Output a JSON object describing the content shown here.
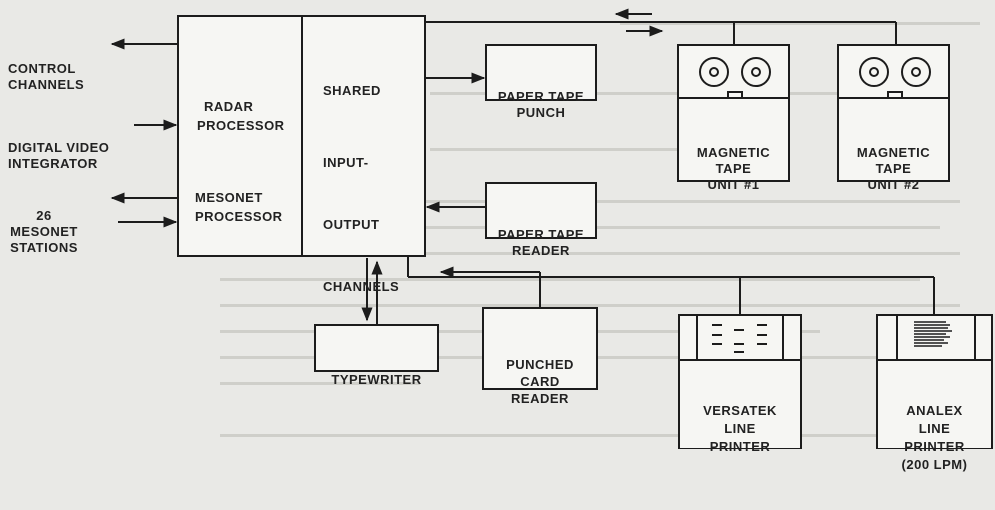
{
  "external": {
    "control_channels": [
      "CONTROL",
      "CHANNELS"
    ],
    "digital_video": [
      "DIGITAL VIDEO",
      "INTEGRATOR"
    ],
    "mesonet_stations": [
      "26",
      "MESONET",
      "STATIONS"
    ]
  },
  "processor_block": {
    "radar": [
      "RADAR",
      "PROCESSOR"
    ],
    "mesonet": [
      "MESONET",
      "PROCESSOR"
    ],
    "shared": [
      "SHARED",
      "INPUT-",
      "OUTPUT",
      "CHANNELS"
    ]
  },
  "peripherals": {
    "paper_tape_punch": [
      "PAPER TAPE",
      "PUNCH"
    ],
    "paper_tape_reader": [
      "PAPER TAPE",
      "READER"
    ],
    "typewriter": "TYPEWRITER",
    "punched_card_reader": [
      "PUNCHED",
      "CARD",
      "READER"
    ],
    "mag_tape_1": [
      "MAGNETIC",
      "TAPE",
      "UNIT #1"
    ],
    "mag_tape_2": [
      "MAGNETIC",
      "TAPE",
      "UNIT #2"
    ],
    "versatek": [
      "VERSATEK",
      "LINE",
      "PRINTER"
    ],
    "analex": [
      "ANALEX",
      "LINE",
      "PRINTER",
      "(200 LPM)"
    ]
  },
  "colors": {
    "ink": "#1c1c1c",
    "paper": "#e9e9e6",
    "box_fill": "#f6f6f3",
    "bleed": "#b9b9b4"
  }
}
